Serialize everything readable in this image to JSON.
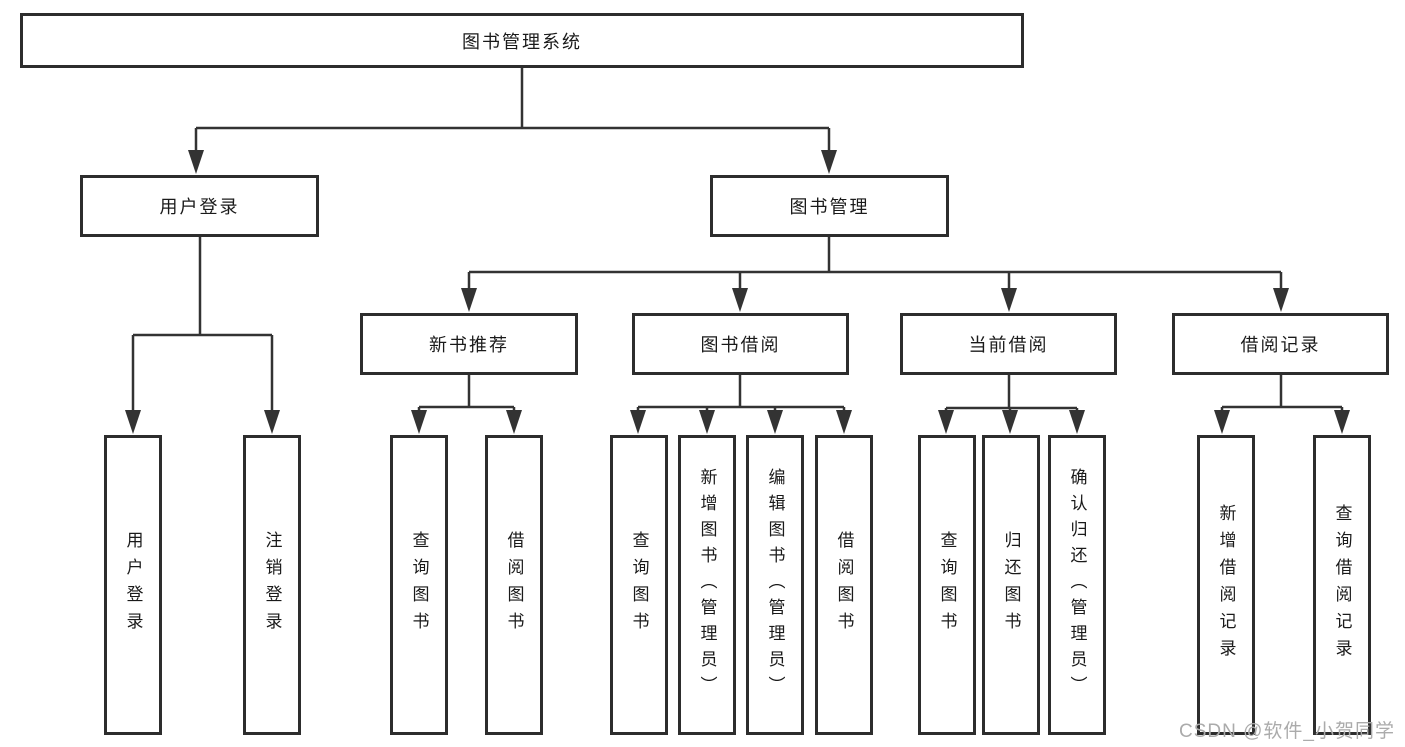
{
  "diagram": {
    "root": {
      "label": "图书管理系统"
    },
    "level2": [
      {
        "label": "用户登录"
      },
      {
        "label": "图书管理"
      }
    ],
    "level3": [
      {
        "parent": "图书管理",
        "label": "新书推荐"
      },
      {
        "parent": "图书管理",
        "label": "图书借阅"
      },
      {
        "parent": "图书管理",
        "label": "当前借阅"
      },
      {
        "parent": "图书管理",
        "label": "借阅记录"
      }
    ],
    "leaves": [
      {
        "parent": "用户登录",
        "label": "用户登录"
      },
      {
        "parent": "用户登录",
        "label": "注销登录"
      },
      {
        "parent": "新书推荐",
        "label": "查询图书"
      },
      {
        "parent": "新书推荐",
        "label": "借阅图书"
      },
      {
        "parent": "图书借阅",
        "label": "查询图书"
      },
      {
        "parent": "图书借阅",
        "label": "新增图书（管理员）"
      },
      {
        "parent": "图书借阅",
        "label": "编辑图书（管理员）"
      },
      {
        "parent": "图书借阅",
        "label": "借阅图书"
      },
      {
        "parent": "当前借阅",
        "label": "查询图书"
      },
      {
        "parent": "当前借阅",
        "label": "归还图书"
      },
      {
        "parent": "当前借阅",
        "label": "确认归还（管理员）"
      },
      {
        "parent": "借阅记录",
        "label": "新增借阅记录"
      },
      {
        "parent": "借阅记录",
        "label": "查询借阅记录"
      }
    ]
  },
  "watermark": {
    "text": "CSDN @软件_小贺同学"
  },
  "colors": {
    "line": "#333333",
    "box_border": "#2d2d2d",
    "text": "#1a1a1a",
    "background": "#ffffff",
    "watermark": "#ababab"
  }
}
